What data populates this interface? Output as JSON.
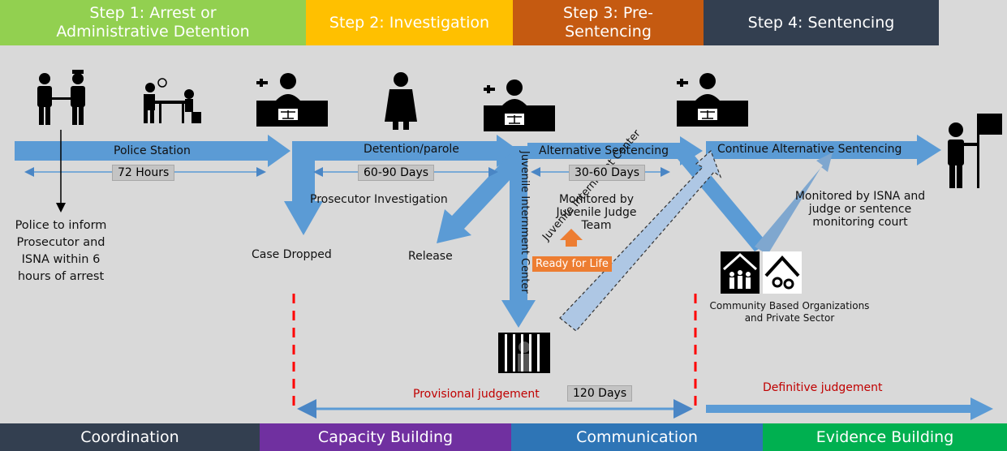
{
  "steps": [
    {
      "label": "Step 1: Arrest or Administrative Detention",
      "color": "#92d050"
    },
    {
      "label": "Step 2: Investigation",
      "color": "#ffc000"
    },
    {
      "label": "Step 3: Pre-Sentencing",
      "color": "#c55a11"
    },
    {
      "label": "Step 4: Sentencing",
      "color": "#333f50"
    }
  ],
  "arrows": {
    "police_station": "Police Station",
    "detention_parole": "Detention/parole",
    "alternative_sentencing": "Alternative Sentencing",
    "continue_alternative": "Continue Alternative Sentencing",
    "juvenile_center_down": "Juvenile Internment Center",
    "juvenile_center_diag": "Juvenile Internment Center"
  },
  "durations": {
    "hours_72": "72 Hours",
    "days_60_90": "60-90 Days",
    "days_30_60": "30-60 Days",
    "days_120": "120 Days"
  },
  "labels": {
    "police_inform": "Police to inform Prosecutor and ISNA within 6 hours of arrest",
    "prosecutor_investigation": "Prosecutor Investigation",
    "case_dropped": "Case Dropped",
    "release": "Release",
    "monitored_juvenile": "Monitored by Juvenile Judge Team",
    "ready_for_life": "Ready for Life",
    "monitored_isna": "Monitored by ISNA and judge or sentence monitoring court",
    "community": "Community Based Organizations and Private Sector",
    "provisional": "Provisional judgement",
    "definitive": "Definitive judgement"
  },
  "pillars": [
    {
      "label": "Coordination",
      "color": "#333f50"
    },
    {
      "label": "Capacity Building",
      "color": "#7030a0"
    },
    {
      "label": "Communication",
      "color": "#2e75b6"
    },
    {
      "label": "Evidence Building",
      "color": "#00b050"
    }
  ],
  "colors": {
    "arrow_blue": "#5b9bd5",
    "judgement_red": "#c00000",
    "divider_red": "#ff0000",
    "ready_orange": "#ed7d31"
  },
  "icons": [
    "police-arrest-icon",
    "investigation-desk-icon",
    "judge-bench-icon",
    "prosecutor-icon",
    "prison-icon",
    "community-icon",
    "flag-person-icon"
  ]
}
